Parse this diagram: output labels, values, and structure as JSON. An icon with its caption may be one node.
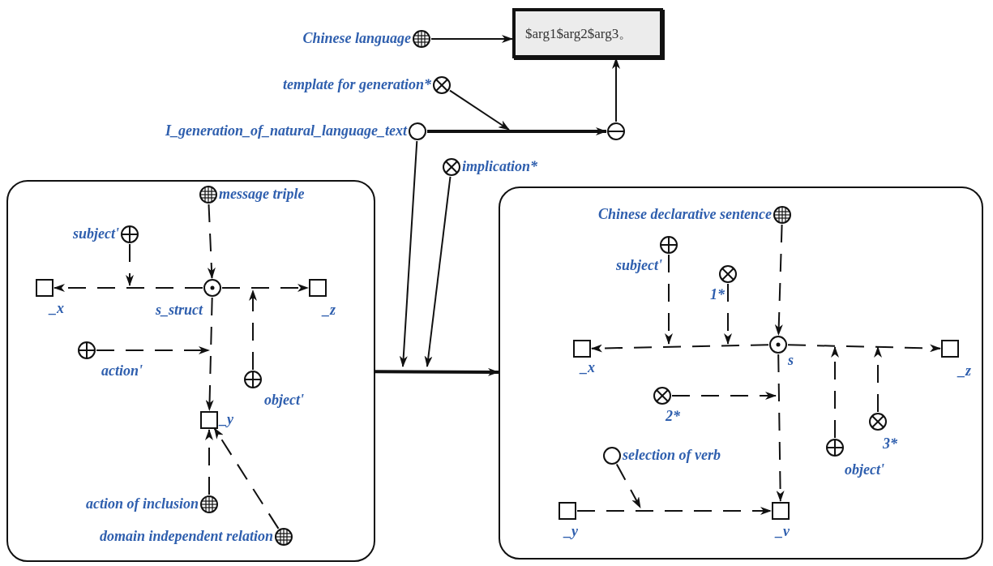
{
  "diagram": {
    "nodes": [
      {
        "text": [
          "$arg1$arg2$arg3。"
        ]
      },
      {
        "text": [
          "Chinese language"
        ]
      },
      {
        "text": [
          "template for generation*"
        ]
      },
      {
        "text": [
          "I_generation_of_natural_language_text"
        ]
      },
      {
        "text": [],
        "shape": "circle"
      },
      {
        "text": [
          "implication*"
        ]
      },
      {
        "text": [],
        "shape": "box"
      },
      {
        "text": [
          "subject'"
        ],
        "in": 6
      },
      {
        "text": [
          "message triple"
        ],
        "in": 6
      },
      {
        "text": [
          "_x"
        ],
        "in": 6
      },
      {
        "text": [
          "s_struct"
        ],
        "in": 6
      },
      {
        "text": [
          "_z"
        ],
        "in": 6
      },
      {
        "text": [
          "action'"
        ],
        "in": 6
      },
      {
        "text": [
          "object'"
        ],
        "in": 6
      },
      {
        "text": [
          "_y"
        ],
        "in": 6
      },
      {
        "text": [
          "action of inclusion"
        ],
        "in": 6
      },
      {
        "text": [
          "domain independent relation"
        ],
        "in": 6
      },
      {
        "text": [],
        "shape": "box"
      },
      {
        "text": [
          "Chinese declarative sentence"
        ],
        "in": 17
      },
      {
        "text": [
          "subject'"
        ],
        "in": 17
      },
      {
        "text": [
          "1*"
        ],
        "in": 17
      },
      {
        "text": [
          "_x"
        ],
        "in": 17
      },
      {
        "text": [
          "s"
        ],
        "in": 17
      },
      {
        "text": [
          "_z"
        ],
        "in": 17
      },
      {
        "text": [
          "2*"
        ],
        "in": 17
      },
      {
        "text": [
          "3*"
        ],
        "in": 17
      },
      {
        "text": [
          "object'"
        ],
        "in": 17
      },
      {
        "text": [
          "selection of verb"
        ],
        "in": 17
      },
      {
        "text": [
          "_y"
        ],
        "in": 17
      },
      {
        "text": [
          "_v"
        ],
        "in": 17
      }
    ],
    "edges": [
      {
        "from": 1,
        "to": 0,
        "arrow": "to"
      },
      {
        "from": 2,
        "to": null,
        "arrow": "to"
      },
      {
        "from": 3,
        "to": 4,
        "arrow": "to",
        "style": "thick"
      },
      {
        "from": 4,
        "to": 0,
        "arrow": "to"
      },
      {
        "from": 3,
        "to": null,
        "arrow": "to"
      },
      {
        "from": 5,
        "to": null,
        "arrow": "to"
      },
      {
        "from": 6,
        "to": 17,
        "arrow": "to",
        "style": "thick"
      },
      {
        "from": 10,
        "to": 9,
        "arrow": "to",
        "style": "dashed"
      },
      {
        "from": 7,
        "to": null,
        "arrow": "to",
        "style": "dashed"
      },
      {
        "from": 8,
        "to": 10,
        "arrow": "to",
        "style": "dashed"
      },
      {
        "from": 10,
        "to": 11,
        "arrow": "to",
        "style": "dashed"
      },
      {
        "from": 13,
        "to": null,
        "arrow": "to",
        "style": "dashed"
      },
      {
        "from": 10,
        "to": 14,
        "arrow": "to",
        "style": "dashed"
      },
      {
        "from": 12,
        "to": null,
        "arrow": "to",
        "style": "dashed"
      },
      {
        "from": 15,
        "to": 14,
        "arrow": "to",
        "style": "dashed"
      },
      {
        "from": 16,
        "to": 14,
        "arrow": "to",
        "style": "dashed"
      },
      {
        "from": 22,
        "to": 21,
        "arrow": "to",
        "style": "dashed"
      },
      {
        "from": 19,
        "to": null,
        "arrow": "to",
        "style": "dashed"
      },
      {
        "from": 20,
        "to": null,
        "arrow": "to",
        "style": "dashed"
      },
      {
        "from": 18,
        "to": 22,
        "arrow": "to",
        "style": "dashed"
      },
      {
        "from": 22,
        "to": 23,
        "arrow": "to",
        "style": "dashed"
      },
      {
        "from": 26,
        "to": null,
        "arrow": "to",
        "style": "dashed"
      },
      {
        "from": 25,
        "to": null,
        "arrow": "to",
        "style": "dashed"
      },
      {
        "from": 22,
        "to": 29,
        "arrow": "to",
        "style": "dashed"
      },
      {
        "from": 24,
        "to": null,
        "arrow": "to",
        "style": "dashed"
      },
      {
        "from": 28,
        "to": 29,
        "arrow": "to",
        "style": "dashed"
      },
      {
        "from": 27,
        "to": null,
        "arrow": "to",
        "style": "dashed"
      }
    ]
  }
}
